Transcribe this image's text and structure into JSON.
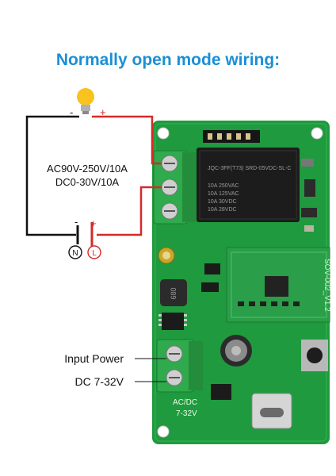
{
  "title": "Normally open mode wiring:",
  "load_spec": {
    "line1": "AC90V-250V/10A",
    "line2": "DC0-30V/10A"
  },
  "polarity": {
    "bulb_minus": "-",
    "bulb_plus": "+",
    "battery_minus": "-",
    "battery_plus": "+"
  },
  "terminals": {
    "neutral": "N",
    "live": "L"
  },
  "power_labels": {
    "input": "Input Power",
    "voltage": "DC 7-32V"
  },
  "board_markings": {
    "relay_model": "JQC-3FF(T73) SRD-05VDC-SL-C",
    "relay_rating1": "10A 250VAC",
    "relay_rating2": "10A 125VAC",
    "relay_rating3": "10A 30VDC",
    "relay_rating4": "10A 28VDC",
    "module_name": "SOV-002_V1.2",
    "inductor_code": "680",
    "input_marking": "AC/DC",
    "input_range": "7-32V"
  },
  "colors": {
    "title": "#1a8fd6",
    "wire_live": "#d42a2a",
    "wire_neutral": "#111111",
    "pcb": "#1f9a3e",
    "terminal": "#2faa4c",
    "relay": "#1c1c1c"
  }
}
